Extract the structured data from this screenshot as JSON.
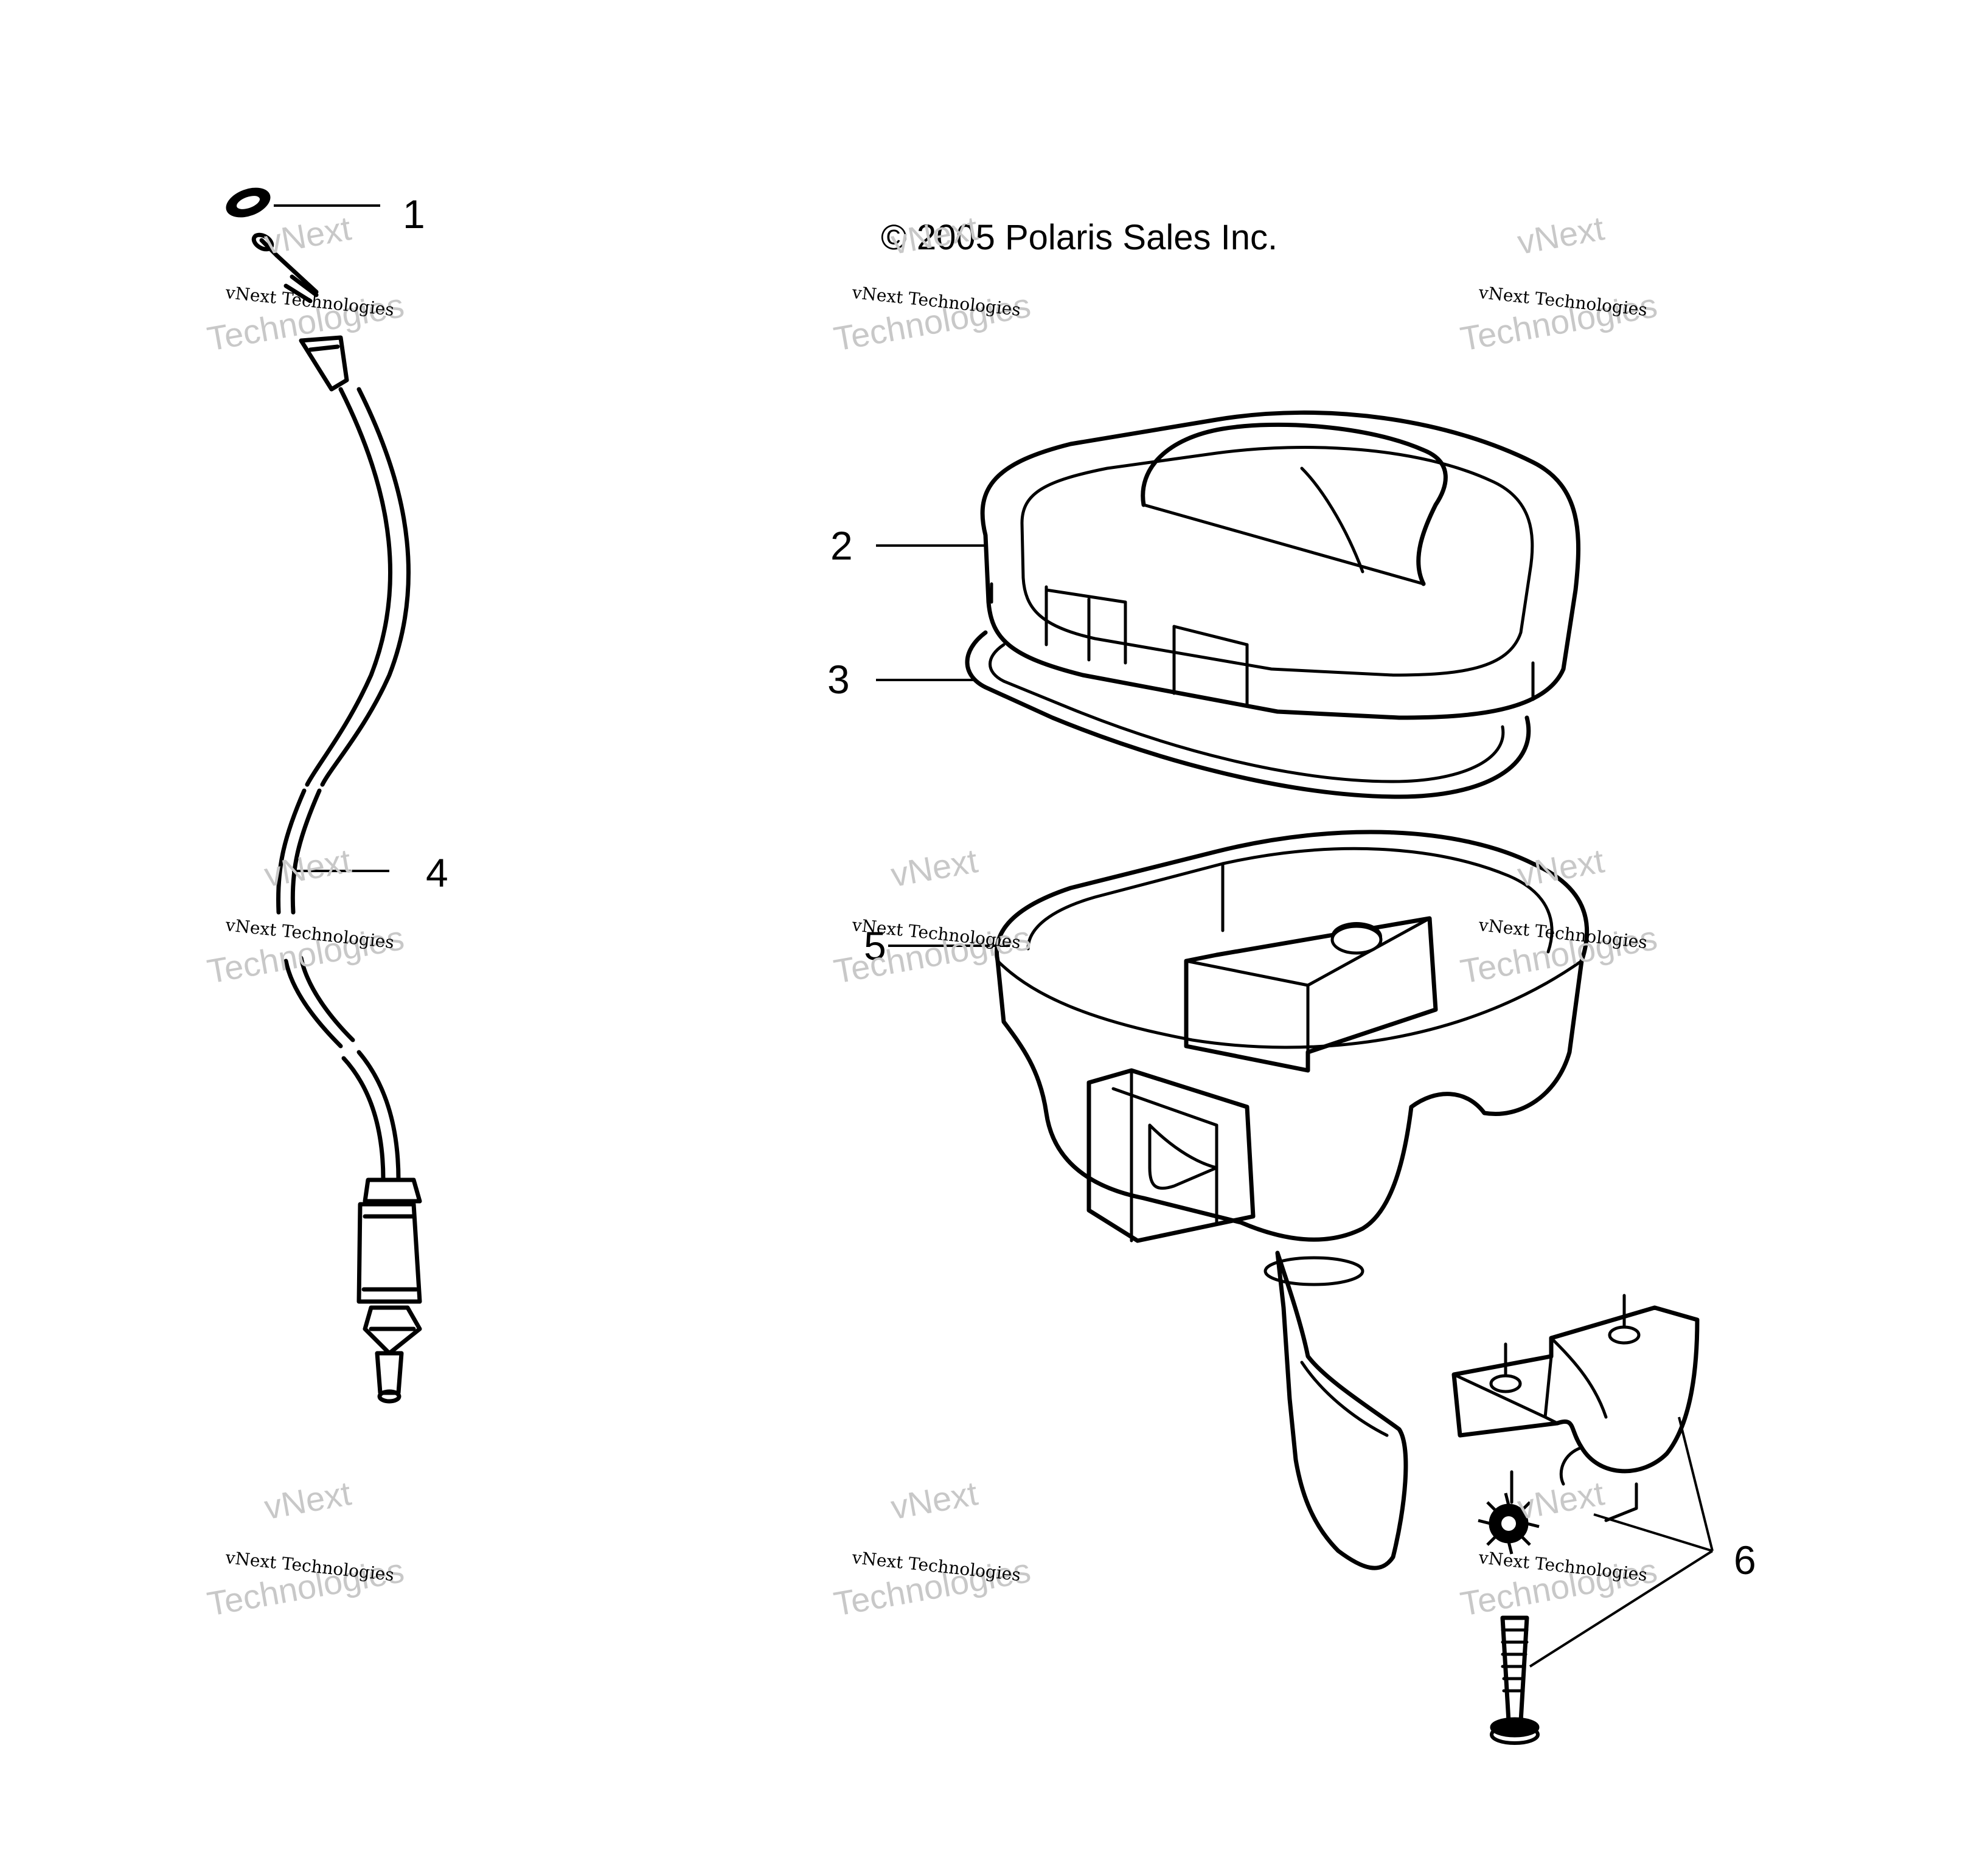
{
  "copyright": "© 2005 Polaris Sales Inc.",
  "callouts": [
    "1",
    "2",
    "3",
    "4",
    "5",
    "6"
  ],
  "watermark": {
    "top_line": "vNext",
    "mid_line": "vNext Technologies",
    "big_line": "Technologies",
    "color": "#c8c8c8"
  }
}
